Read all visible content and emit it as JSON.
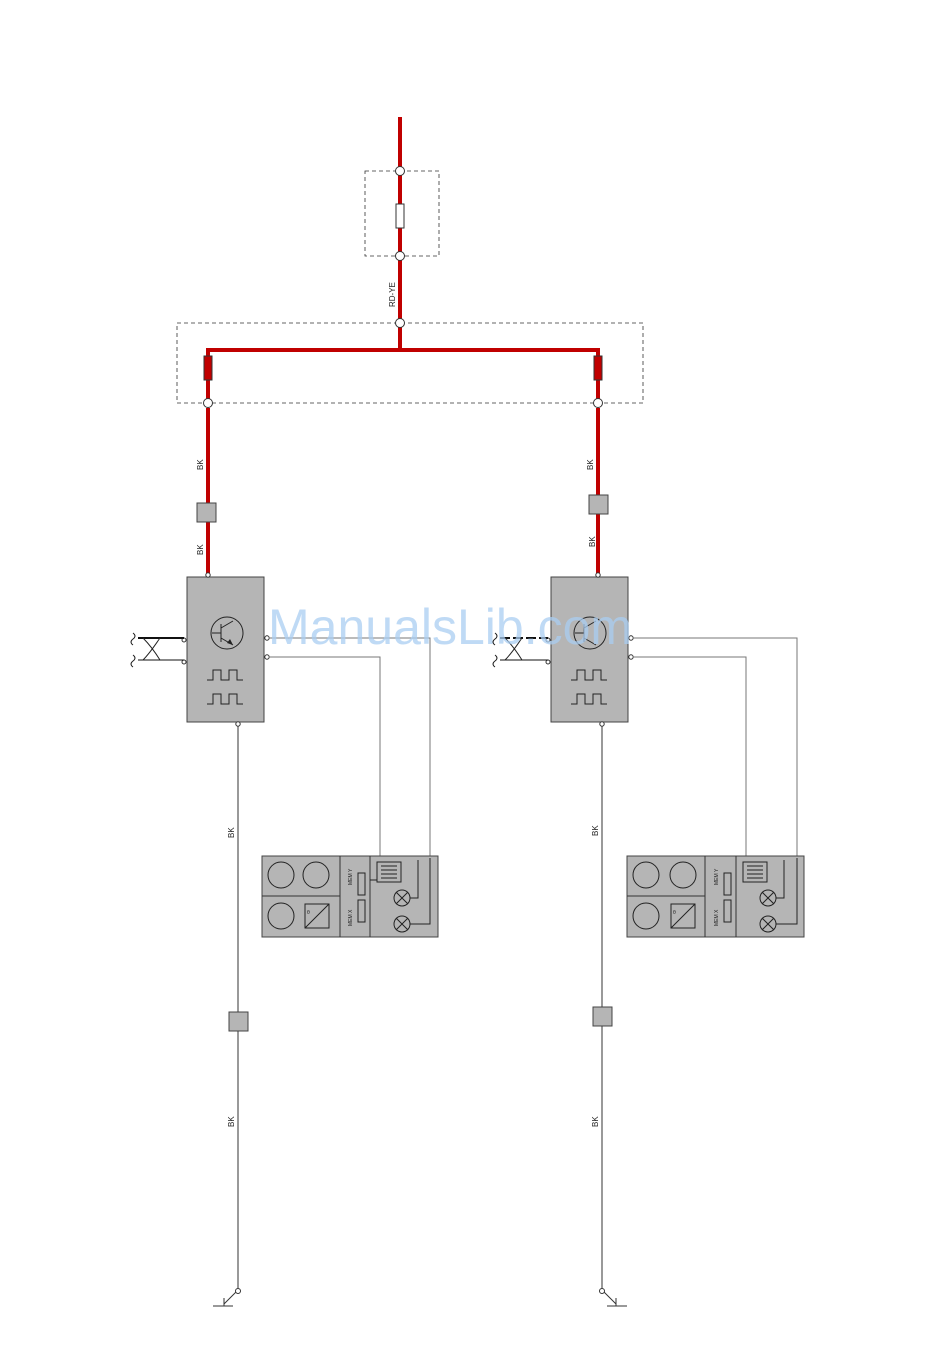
{
  "wire_labels": {
    "supply": "RD-YE",
    "left_branch_upper": "BK",
    "left_branch_lower": "BK",
    "right_branch_upper": "BK",
    "right_branch_lower": "BK",
    "left_ground_upper": "BK",
    "left_ground_lower": "BK",
    "right_ground_upper": "BK",
    "right_ground_lower": "BK"
  },
  "seat_panel_labels": {
    "memory_y": "MEM Y",
    "memory_x": "MEM X",
    "theta": "θ"
  },
  "watermark": "ManualsLib.com",
  "colors": {
    "power_wire": "#c00000",
    "module_fill": "#b5b5b5",
    "watermark": "#a9cdf2"
  }
}
